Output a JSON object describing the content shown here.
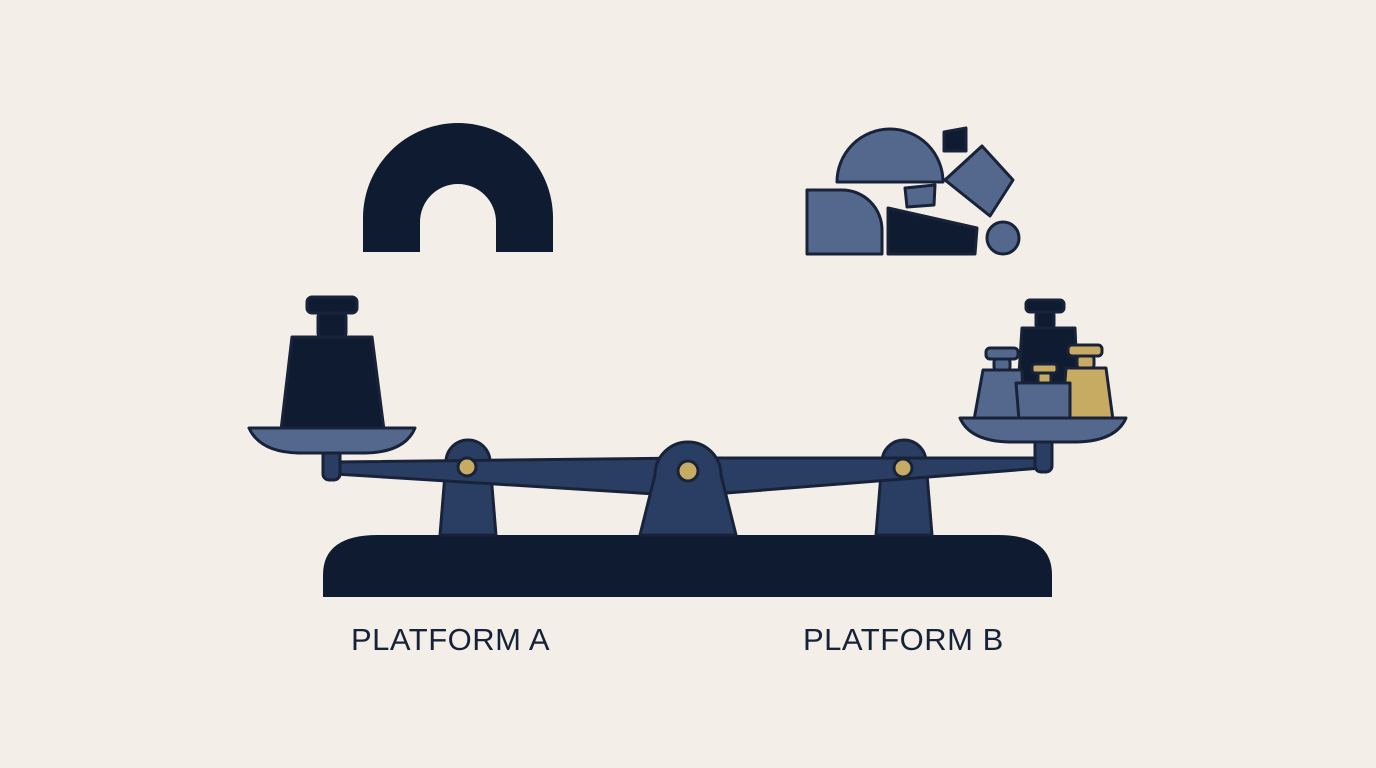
{
  "colors": {
    "background": "#f3efe8",
    "navy_dark": "#0f1b30",
    "navy_mid": "#2a3e63",
    "slate_blue": "#53688c",
    "gold": "#c8ab62",
    "outline": "#18233a"
  },
  "labels": {
    "platform_a": "PLATFORM A",
    "platform_b": "PLATFORM B"
  },
  "scene": {
    "item_a": "arch-shape-icon",
    "item_b": "scattered-fragments-icon",
    "weight_a_count": 1,
    "weight_b_count": 4
  }
}
